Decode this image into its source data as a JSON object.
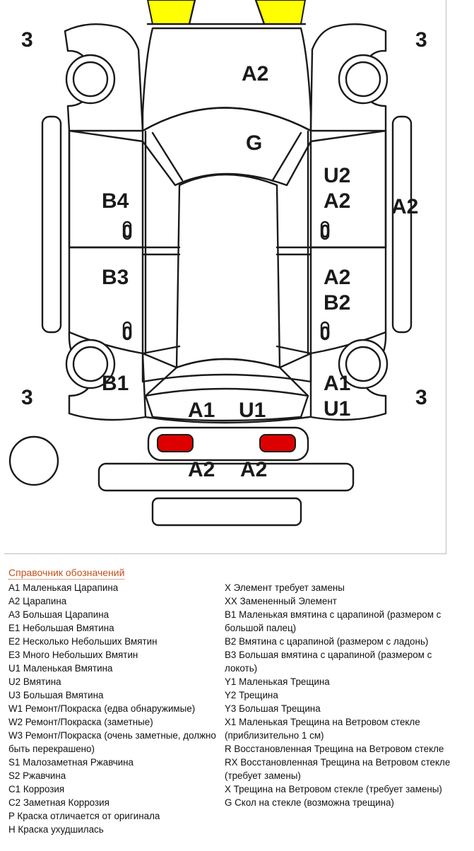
{
  "diagram": {
    "labels": {
      "hood": "A2",
      "windshield": "G",
      "rear_left_door": "B4",
      "rear_left_door_mark": "0",
      "front_left_door": "B3",
      "front_left_door_mark": "0",
      "left_fender_front": "B1",
      "rear_right_door_top": "U2",
      "rear_right_door_bottom": "A2",
      "rear_right_door_mark": "0",
      "right_roof_rail": "A2",
      "front_right_door_top": "A2",
      "front_right_door_bottom": "B2",
      "front_right_door_mark": "0",
      "right_fender_front_top": "A1",
      "right_fender_front_bottom": "U1",
      "front_panel_left": "A1",
      "front_panel_right": "U1",
      "front_bumper_left": "A2",
      "front_bumper_right": "A2",
      "wheel_rear_left": "3",
      "wheel_rear_right": "3",
      "wheel_front_left": "3",
      "wheel_front_right": "3"
    },
    "colors": {
      "line": "#1a1a1a",
      "highlight_yellow": "#ffff00",
      "headlight_red": "#dd0000"
    }
  },
  "legend": {
    "title": "Справочник обозначений",
    "left": [
      "A1 Маленькая Царапина",
      "A2 Царапина",
      "A3 Большая Царапина",
      "E1 Небольшая Вмятина",
      "E2 Несколько Небольших Вмятин",
      "E3 Много Небольших Вмятин",
      "U1 Маленькая Вмятина",
      "U2 Вмятина",
      "U3 Большая Вмятина",
      "W1 Ремонт/Покраска (едва обнаружимые)",
      "W2 Ремонт/Покраска (заметные)",
      "W3 Ремонт/Покраска (очень заметные, должно быть перекрашено)",
      "S1 Малозаметная Ржавчина",
      "S2 Ржавчина",
      "C1 Коррозия",
      "C2 Заметная Коррозия",
      "P Краска отличается от оригинала",
      "H Краска ухудшилась"
    ],
    "right": [
      "X Элемент требует замены",
      "XX Замененный Элемент",
      "B1 Маленькая вмятина с царапиной (размером с большой палец)",
      "B2 Вмятина с царапиной (размером с ладонь)",
      "B3 Большая вмятина с царапиной (размером с локоть)",
      "Y1 Маленькая Трещина",
      "Y2 Трещина",
      "Y3 Большая Трещина",
      "X1 Маленькая Трещина на Ветровом стекле (приблизительно 1 см)",
      "R Восстановленная Трещина на Ветровом стекле",
      "RX Восстановленная Трещина на Ветровом стекле (требует замены)",
      "X Трещина на Ветровом стекле (требует замены)",
      "G Скол на стекле (возможна трещина)"
    ]
  }
}
